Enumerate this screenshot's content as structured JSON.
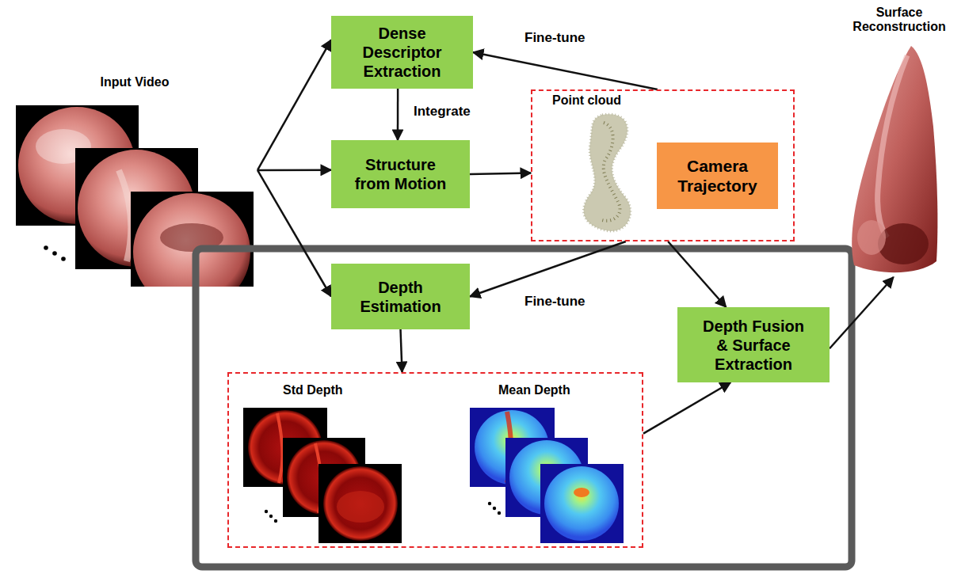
{
  "diagram": {
    "nodes": [
      {
        "text": [
          "Input Video"
        ]
      },
      {
        "text": [
          "Dense Descriptor Extraction"
        ]
      },
      {
        "text": [
          "Structure from Motion"
        ]
      },
      {
        "text": [
          "Point cloud"
        ]
      },
      {
        "text": [
          "Camera Trajectory"
        ],
        "in": 3
      },
      {
        "text": [
          "Surface Reconstruction"
        ]
      },
      {
        "text": [
          "Depth Estimation"
        ]
      },
      {
        "text": [
          "Std Depth",
          "Mean Depth"
        ]
      },
      {
        "text": [
          "Depth Fusion & Surface Extraction"
        ]
      }
    ],
    "edges": [
      {
        "from": 0,
        "to": 1,
        "arrow": "to"
      },
      {
        "from": 0,
        "to": 2,
        "arrow": "to"
      },
      {
        "from": 0,
        "to": 6,
        "arrow": "to"
      },
      {
        "from": 1,
        "to": 2,
        "label": "Integrate",
        "arrow": "to"
      },
      {
        "from": 2,
        "to": 3,
        "arrow": "to"
      },
      {
        "from": 3,
        "to": 1,
        "label": "Fine-tune",
        "arrow": "to"
      },
      {
        "from": 3,
        "to": 6,
        "label": "Fine-tune",
        "arrow": "to"
      },
      {
        "from": 3,
        "to": 8,
        "arrow": "to"
      },
      {
        "from": 6,
        "to": 7,
        "arrow": "to"
      },
      {
        "from": 7,
        "to": 8,
        "arrow": "to"
      },
      {
        "from": 8,
        "to": 5,
        "arrow": "to"
      }
    ]
  }
}
